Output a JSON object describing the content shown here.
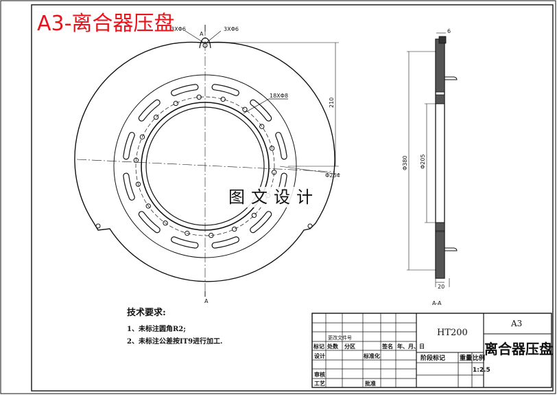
{
  "drawing_title": "A3-离合器压盘",
  "watermark": "图文设计",
  "technical_requirements": {
    "heading": "技术要求:",
    "items": [
      "1、未标注圆角R2;",
      "2、未标注公差按IT9进行加工."
    ]
  },
  "dimensions": {
    "small_hole_a": "3XΦ6",
    "small_hole_b": "3XΦ6",
    "bolt_holes": "18XΦ8",
    "height_210": "210",
    "outer_diameter": "Φ254",
    "diameter_380": "Φ380",
    "diameter_205": "Φ205",
    "thickness_6": "6",
    "width_20": "20"
  },
  "section": {
    "cut_label": "A",
    "view_label": "A-A"
  },
  "title_block": {
    "material": "HT200",
    "sheet_size": "A3",
    "part_name": "离合器压盘",
    "row_headers": [
      "标记",
      "处数",
      "分区",
      "签名",
      "年、月、日"
    ],
    "doc_number_label": "更改文件号",
    "design_label": "设计",
    "standardization_label": "标准化",
    "stage_mark_label": "阶段标记",
    "weight_label": "重量",
    "scale_label": "比例",
    "scale_value": "1:2.5",
    "check_label": "审核",
    "process_label": "工艺",
    "approve_label": "批准"
  },
  "colors": {
    "title_red": "#e8141c",
    "line": "#111111"
  }
}
